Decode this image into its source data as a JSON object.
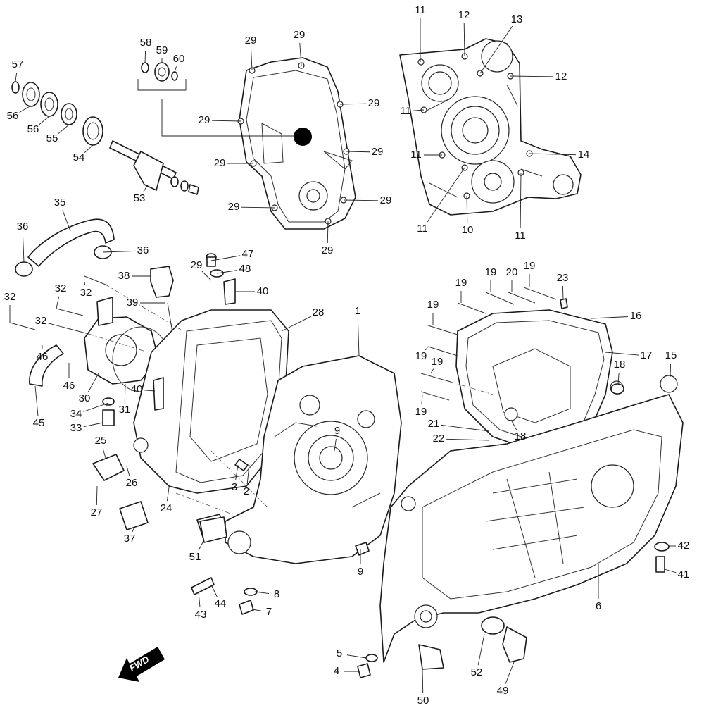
{
  "diagram": {
    "fwd_label": "FWD",
    "callouts": [
      {
        "id": "c1",
        "text": "11"
      },
      {
        "id": "c2",
        "text": "12"
      },
      {
        "id": "c3",
        "text": "13"
      },
      {
        "id": "c4",
        "text": "12"
      },
      {
        "id": "c5",
        "text": "11"
      },
      {
        "id": "c6",
        "text": "11"
      },
      {
        "id": "c7",
        "text": "14"
      },
      {
        "id": "c8",
        "text": "11"
      },
      {
        "id": "c9",
        "text": "10"
      },
      {
        "id": "c10",
        "text": "11"
      },
      {
        "id": "c11",
        "text": "29"
      },
      {
        "id": "c12",
        "text": "29"
      },
      {
        "id": "c13",
        "text": "29"
      },
      {
        "id": "c14",
        "text": "29"
      },
      {
        "id": "c15",
        "text": "29"
      },
      {
        "id": "c16",
        "text": "29"
      },
      {
        "id": "c17",
        "text": "29"
      },
      {
        "id": "c18",
        "text": "29"
      },
      {
        "id": "c19",
        "text": "29"
      },
      {
        "id": "c20",
        "text": "58"
      },
      {
        "id": "c21",
        "text": "59"
      },
      {
        "id": "c22",
        "text": "60"
      },
      {
        "id": "c23",
        "text": "57"
      },
      {
        "id": "c24",
        "text": "56"
      },
      {
        "id": "c25",
        "text": "56"
      },
      {
        "id": "c26",
        "text": "55"
      },
      {
        "id": "c27",
        "text": "54"
      },
      {
        "id": "c28",
        "text": "53"
      },
      {
        "id": "c29",
        "text": "35"
      },
      {
        "id": "c30",
        "text": "36"
      },
      {
        "id": "c31",
        "text": "36"
      },
      {
        "id": "c32",
        "text": "47"
      },
      {
        "id": "c33",
        "text": "48"
      },
      {
        "id": "c34",
        "text": "29"
      },
      {
        "id": "c35",
        "text": "40"
      },
      {
        "id": "c36",
        "text": "38"
      },
      {
        "id": "c37",
        "text": "39"
      },
      {
        "id": "c38",
        "text": "32"
      },
      {
        "id": "c39",
        "text": "32"
      },
      {
        "id": "c40",
        "text": "32"
      },
      {
        "id": "c41",
        "text": "32"
      },
      {
        "id": "c42",
        "text": "46"
      },
      {
        "id": "c43",
        "text": "46"
      },
      {
        "id": "c44",
        "text": "45"
      },
      {
        "id": "c45",
        "text": "30"
      },
      {
        "id": "c46",
        "text": "31"
      },
      {
        "id": "c47",
        "text": "40"
      },
      {
        "id": "c48",
        "text": "34"
      },
      {
        "id": "c49",
        "text": "33"
      },
      {
        "id": "c50",
        "text": "28"
      },
      {
        "id": "c51",
        "text": "1"
      },
      {
        "id": "c52",
        "text": "25"
      },
      {
        "id": "c53",
        "text": "26"
      },
      {
        "id": "c54",
        "text": "27"
      },
      {
        "id": "c55",
        "text": "24"
      },
      {
        "id": "c56",
        "text": "37"
      },
      {
        "id": "c57",
        "text": "51"
      },
      {
        "id": "c58",
        "text": "3"
      },
      {
        "id": "c59",
        "text": "2"
      },
      {
        "id": "c60",
        "text": "9"
      },
      {
        "id": "c61",
        "text": "9"
      },
      {
        "id": "c62",
        "text": "44"
      },
      {
        "id": "c63",
        "text": "43"
      },
      {
        "id": "c64",
        "text": "8"
      },
      {
        "id": "c65",
        "text": "7"
      },
      {
        "id": "c66",
        "text": "19"
      },
      {
        "id": "c67",
        "text": "19"
      },
      {
        "id": "c68",
        "text": "20"
      },
      {
        "id": "c69",
        "text": "19"
      },
      {
        "id": "c70",
        "text": "23"
      },
      {
        "id": "c71",
        "text": "19"
      },
      {
        "id": "c72",
        "text": "16"
      },
      {
        "id": "c73",
        "text": "17"
      },
      {
        "id": "c74",
        "text": "19"
      },
      {
        "id": "c75",
        "text": "19"
      },
      {
        "id": "c76",
        "text": "19"
      },
      {
        "id": "c77",
        "text": "18"
      },
      {
        "id": "c78",
        "text": "15"
      },
      {
        "id": "c79",
        "text": "21"
      },
      {
        "id": "c80",
        "text": "22"
      },
      {
        "id": "c81",
        "text": "18"
      },
      {
        "id": "c82",
        "text": "42"
      },
      {
        "id": "c83",
        "text": "41"
      },
      {
        "id": "c84",
        "text": "6"
      },
      {
        "id": "c85",
        "text": "5"
      },
      {
        "id": "c86",
        "text": "4"
      },
      {
        "id": "c87",
        "text": "52"
      },
      {
        "id": "c88",
        "text": "49"
      },
      {
        "id": "c89",
        "text": "50"
      }
    ]
  }
}
